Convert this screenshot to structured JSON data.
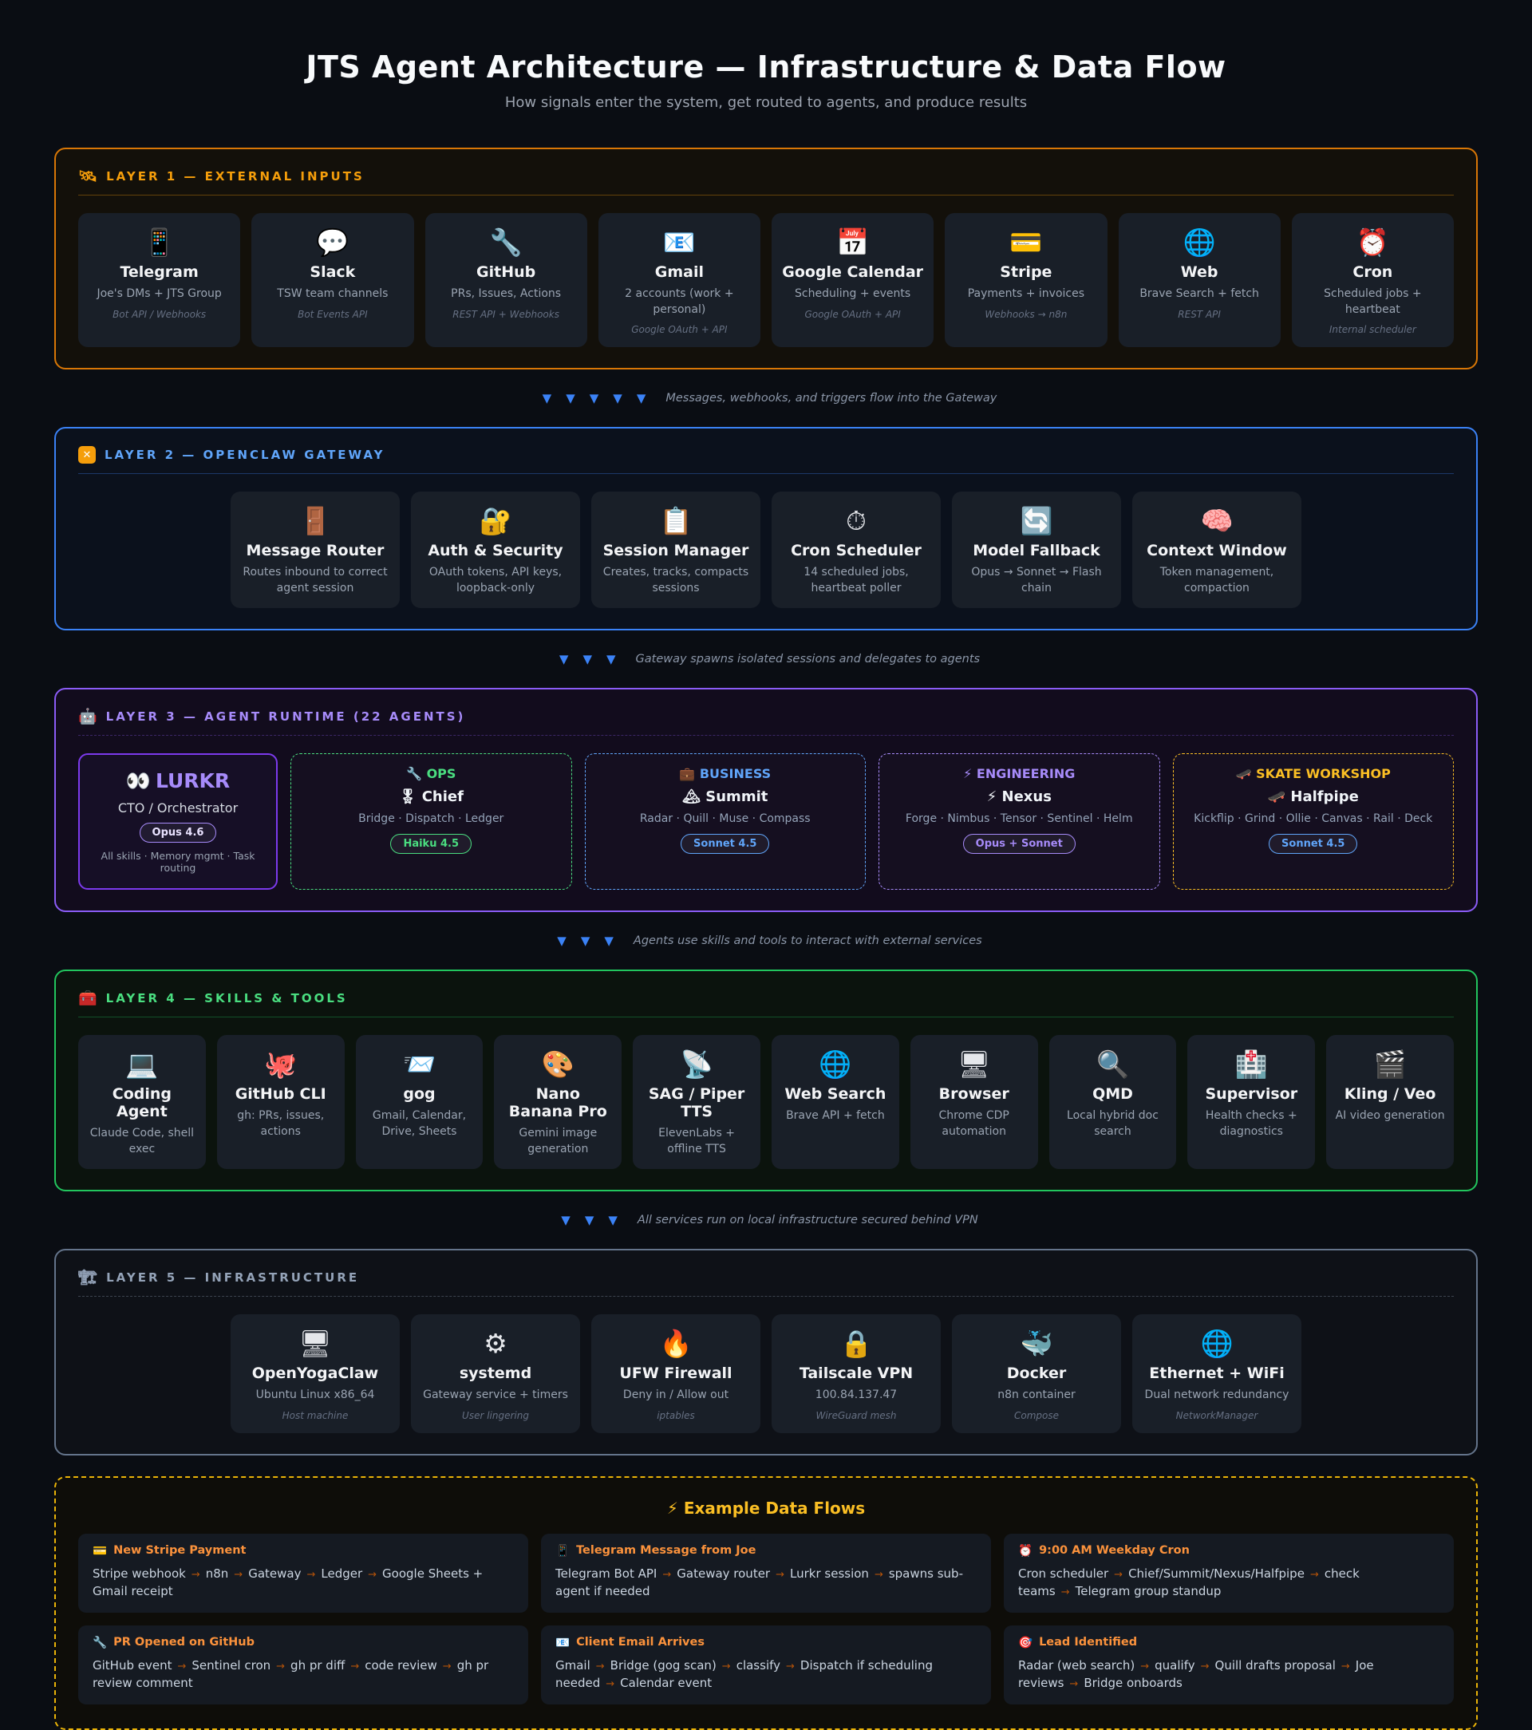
{
  "page": {
    "title": "JTS Agent Architecture — Infrastructure & Data Flow",
    "subtitle": "How signals enter the system, get routed to agents, and produce results"
  },
  "separators": [
    {
      "arrows": 5,
      "glyph": "▼",
      "text": "Messages, webhooks, and triggers flow into the Gateway"
    },
    {
      "arrows": 3,
      "glyph": "▼",
      "text": "Gateway spawns isolated sessions and delegates to agents"
    },
    {
      "arrows": 3,
      "glyph": "▼",
      "text": "Agents use skills and tools to interact with external services"
    },
    {
      "arrows": 3,
      "glyph": "▼",
      "text": "All services run on local infrastructure secured behind VPN"
    }
  ],
  "layer1": {
    "accent": "#f59e0b",
    "header": {
      "icon": "🛰",
      "icon_name": "satellite-icon",
      "title": "LAYER 1 — EXTERNAL INPUTS"
    },
    "cards": [
      {
        "icon": "📱",
        "icon_name": "telegram-icon",
        "title": "Telegram",
        "subtitle": "Joe's DMs + JTS Group",
        "note": "Bot API / Webhooks"
      },
      {
        "icon": "💬",
        "icon_name": "slack-icon",
        "title": "Slack",
        "subtitle": "TSW team channels",
        "note": "Bot Events API"
      },
      {
        "icon": "🔧",
        "icon_name": "github-icon",
        "title": "GitHub",
        "subtitle": "PRs, Issues, Actions",
        "note": "REST API + Webhooks"
      },
      {
        "icon": "📧",
        "icon_name": "gmail-icon",
        "title": "Gmail",
        "subtitle": "2 accounts (work + personal)",
        "note": "Google OAuth + API"
      },
      {
        "icon": "📅",
        "icon_name": "calendar-icon",
        "title": "Google Calendar",
        "subtitle": "Scheduling + events",
        "note": "Google OAuth + API"
      },
      {
        "icon": "💳",
        "icon_name": "stripe-card-icon",
        "title": "Stripe",
        "subtitle": "Payments + invoices",
        "note": "Webhooks → n8n"
      },
      {
        "icon": "🌐",
        "icon_name": "globe-icon",
        "title": "Web",
        "subtitle": "Brave Search + fetch",
        "note": "REST API"
      },
      {
        "icon": "⏰",
        "icon_name": "alarm-clock-icon",
        "title": "Cron",
        "subtitle": "Scheduled jobs + heartbeat",
        "note": "Internal scheduler"
      }
    ]
  },
  "layer2": {
    "accent": "#3b82f6",
    "header": {
      "icon": "✕",
      "icon_name": "gateway-icon",
      "title": "LAYER 2 — OPENCLAW GATEWAY"
    },
    "cards": [
      {
        "icon": "🚪",
        "icon_name": "door-icon",
        "title": "Message Router",
        "subtitle": "Routes inbound to correct agent session"
      },
      {
        "icon": "🔐",
        "icon_name": "lock-key-icon",
        "title": "Auth & Security",
        "subtitle": "OAuth tokens, API keys, loopback-only"
      },
      {
        "icon": "📋",
        "icon_name": "clipboard-icon",
        "title": "Session Manager",
        "subtitle": "Creates, tracks, compacts sessions"
      },
      {
        "icon": "⏱",
        "icon_name": "stopwatch-icon",
        "title": "Cron Scheduler",
        "subtitle": "14 scheduled jobs, heartbeat poller"
      },
      {
        "icon": "🔄",
        "icon_name": "fallback-arrows-icon",
        "title": "Model Fallback",
        "subtitle": "Opus → Sonnet → Flash chain"
      },
      {
        "icon": "🧠",
        "icon_name": "brain-icon",
        "title": "Context Window",
        "subtitle": "Token management, compaction"
      }
    ]
  },
  "layer3": {
    "accent": "#8b5cf6",
    "header": {
      "icon": "🤖",
      "icon_name": "robot-icon",
      "title": "LAYER 3 — AGENT RUNTIME (22 AGENTS)"
    },
    "lurkr": {
      "icon": "👀",
      "icon_name": "eyes-icon",
      "name": "LURKR",
      "role": "CTO / Orchestrator",
      "badge": "Opus 4.6",
      "badge_color": "#a78bfa",
      "skills": "All skills · Memory mgmt · Task routing"
    },
    "teams": [
      {
        "icon": "🔧",
        "icon_name": "wrench-icon",
        "name": "OPS",
        "color": "#4ade80",
        "lead_icon": "🎖",
        "lead_icon_name": "medal-icon",
        "lead": "Chief",
        "members": "Bridge · Dispatch · Ledger",
        "badge": "Haiku 4.5",
        "badge_color": "#4ade80"
      },
      {
        "icon": "💼",
        "icon_name": "briefcase-icon",
        "name": "BUSINESS",
        "color": "#60a5fa",
        "lead_icon": "🏔",
        "lead_icon_name": "mountain-icon",
        "lead": "Summit",
        "members": "Radar · Quill · Muse · Compass",
        "badge": "Sonnet 4.5",
        "badge_color": "#60a5fa"
      },
      {
        "icon": "⚡",
        "icon_name": "lightning-icon",
        "name": "ENGINEERING",
        "color": "#a78bfa",
        "lead_icon": "⚡",
        "lead_icon_name": "lightning-icon",
        "lead": "Nexus",
        "members": "Forge · Nimbus · Tensor · Sentinel · Helm",
        "badge": "Opus + Sonnet",
        "badge_color": "#a78bfa"
      },
      {
        "icon": "🛹",
        "icon_name": "skateboard-icon",
        "name": "SKATE WORKSHOP",
        "color": "#fbbf24",
        "lead_icon": "🛹",
        "lead_icon_name": "skateboard-icon",
        "lead": "Halfpipe",
        "members": "Kickflip · Grind · Ollie · Canvas · Rail · Deck",
        "badge": "Sonnet 4.5",
        "badge_color": "#60a5fa"
      }
    ]
  },
  "layer4": {
    "accent": "#22c55e",
    "header": {
      "icon": "🧰",
      "icon_name": "toolbox-icon",
      "title": "LAYER 4 — SKILLS & TOOLS"
    },
    "cards": [
      {
        "icon": "💻",
        "icon_name": "laptop-icon",
        "title": "Coding Agent",
        "subtitle": "Claude Code, shell exec"
      },
      {
        "icon": "🐙",
        "icon_name": "octopus-icon",
        "title": "GitHub CLI",
        "subtitle": "gh: PRs, issues, actions"
      },
      {
        "icon": "📨",
        "icon_name": "incoming-envelope-icon",
        "title": "gog",
        "subtitle": "Gmail, Calendar, Drive, Sheets"
      },
      {
        "icon": "🎨",
        "icon_name": "palette-icon",
        "title": "Nano Banana Pro",
        "subtitle": "Gemini image generation"
      },
      {
        "icon": "📡",
        "icon_name": "satellite-dish-icon",
        "title": "SAG / Piper TTS",
        "subtitle": "ElevenLabs + offline TTS"
      },
      {
        "icon": "🌐",
        "icon_name": "globe-icon",
        "title": "Web Search",
        "subtitle": "Brave API + fetch"
      },
      {
        "icon": "🖥",
        "icon_name": "desktop-icon",
        "title": "Browser",
        "subtitle": "Chrome CDP automation"
      },
      {
        "icon": "🔍",
        "icon_name": "magnifier-icon",
        "title": "QMD",
        "subtitle": "Local hybrid doc search"
      },
      {
        "icon": "🏥",
        "icon_name": "hospital-icon",
        "title": "Supervisor",
        "subtitle": "Health checks + diagnostics"
      },
      {
        "icon": "🎬",
        "icon_name": "clapperboard-icon",
        "title": "Kling / Veo",
        "subtitle": "AI video generation"
      }
    ]
  },
  "layer5": {
    "accent": "#94a3b8",
    "header": {
      "icon": "🏗",
      "icon_name": "construction-crane-icon",
      "title": "LAYER 5 — INFRASTRUCTURE"
    },
    "cards": [
      {
        "icon": "🖥",
        "icon_name": "desktop-icon",
        "title": "OpenYogaClaw",
        "subtitle": "Ubuntu Linux x86_64",
        "note": "Host machine"
      },
      {
        "icon": "⚙",
        "icon_name": "gear-icon",
        "title": "systemd",
        "subtitle": "Gateway service + timers",
        "note": "User lingering"
      },
      {
        "icon": "🔥",
        "icon_name": "fire-icon",
        "title": "UFW Firewall",
        "subtitle": "Deny in / Allow out",
        "note": "iptables"
      },
      {
        "icon": "🔒",
        "icon_name": "lock-icon",
        "title": "Tailscale VPN",
        "subtitle": "100.84.137.47",
        "note": "WireGuard mesh"
      },
      {
        "icon": "🐳",
        "icon_name": "whale-icon",
        "title": "Docker",
        "subtitle": "n8n container",
        "note": "Compose"
      },
      {
        "icon": "🌐",
        "icon_name": "globe-icon",
        "title": "Ethernet + WiFi",
        "subtitle": "Dual network redundancy",
        "note": "NetworkManager"
      }
    ]
  },
  "flows": {
    "accent": "#fbbf24",
    "icon": "⚡",
    "icon_name": "lightning-icon",
    "title": "Example Data Flows",
    "arrow": "→",
    "items": [
      {
        "icon": "💳",
        "icon_name": "credit-card-icon",
        "title": "New Stripe Payment",
        "steps": [
          "Stripe webhook",
          "n8n",
          "Gateway",
          "Ledger",
          "Google Sheets + Gmail receipt"
        ]
      },
      {
        "icon": "📱",
        "icon_name": "mobile-phone-icon",
        "title": "Telegram Message from Joe",
        "steps": [
          "Telegram Bot API",
          "Gateway router",
          "Lurkr session",
          "spawns sub-agent if needed"
        ]
      },
      {
        "icon": "⏰",
        "icon_name": "alarm-clock-icon",
        "title": "9:00 AM Weekday Cron",
        "steps": [
          "Cron scheduler",
          "Chief/Summit/Nexus/Halfpipe",
          "check teams",
          "Telegram group standup"
        ]
      },
      {
        "icon": "🔧",
        "icon_name": "wrench-icon",
        "title": "PR Opened on GitHub",
        "steps": [
          "GitHub event",
          "Sentinel cron",
          "gh pr diff",
          "code review",
          "gh pr review comment"
        ]
      },
      {
        "icon": "📧",
        "icon_name": "email-icon",
        "title": "Client Email Arrives",
        "steps": [
          "Gmail",
          "Bridge (gog scan)",
          "classify",
          "Dispatch if scheduling needed",
          "Calendar event"
        ]
      },
      {
        "icon": "🎯",
        "icon_name": "target-icon",
        "title": "Lead Identified",
        "steps": [
          "Radar (web search)",
          "qualify",
          "Quill drafts proposal",
          "Joe reviews",
          "Bridge onboards"
        ]
      }
    ]
  }
}
